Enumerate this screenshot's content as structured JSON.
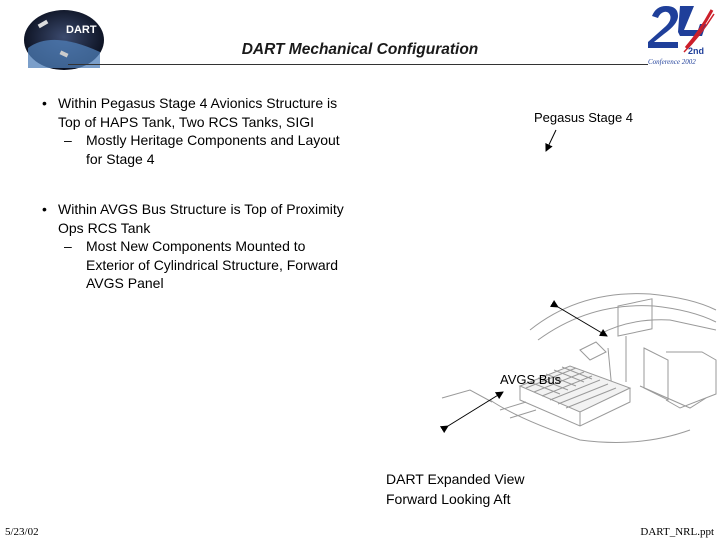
{
  "header": {
    "title": "DART Mechanical Configuration",
    "left_logo_text": "DART",
    "right_logo_text": "2nd",
    "right_logo_caption": "Conference 2002"
  },
  "bullets": [
    {
      "text": "Within Pegasus Stage 4 Avionics Structure is Top of HAPS Tank, Two RCS Tanks, SIGI",
      "sub": "Mostly Heritage Components and Layout for Stage 4"
    },
    {
      "text": "Within AVGS Bus Structure is Top of Proximity Ops RCS Tank",
      "sub": "Most New Components Mounted to Exterior of Cylindrical Structure, Forward AVGS Panel"
    }
  ],
  "dash": "–",
  "labels": {
    "pegasus": "Pegasus Stage 4",
    "avgs": "AVGS Bus"
  },
  "caption": {
    "line1": "DART Expanded View",
    "line2": "Forward Looking Aft"
  },
  "footer": {
    "date": "5/23/02",
    "filename": "DART_NRL.ppt"
  },
  "colors": {
    "logo_blue": "#1f3f9a",
    "logo_red": "#cc1f2a",
    "drawing_gray": "#9a9a9a"
  }
}
